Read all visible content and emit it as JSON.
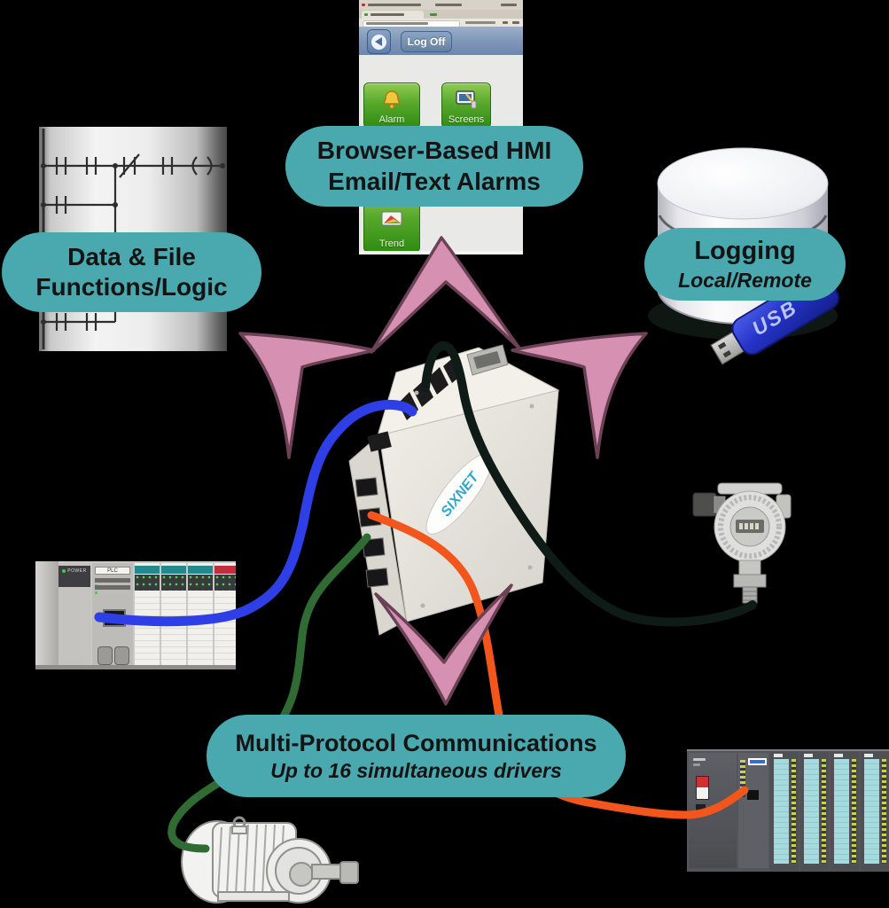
{
  "bubbles": {
    "hmi": {
      "line1": "Browser-Based HMI",
      "line2": "Email/Text Alarms"
    },
    "data_file": {
      "line1": "Data & File",
      "line2": "Functions/Logic"
    },
    "logging": {
      "line1": "Logging",
      "line2": "Local/Remote"
    },
    "comms": {
      "line1": "Multi-Protocol Communications",
      "line2": "Up to 16 simultaneous drivers"
    }
  },
  "browser": {
    "toolbar": {
      "log_off_label": "Log Off"
    },
    "nav_buttons": [
      {
        "label": "Alarm",
        "icon": "bell-icon"
      },
      {
        "label": "Screens",
        "icon": "screens-icon"
      },
      {
        "label": "Trend",
        "icon": "trend-chart-icon"
      }
    ]
  },
  "device": {
    "logo_text": "SIXNET"
  },
  "usb_drive": {
    "label": "USB",
    "body_color": "#2433C6"
  },
  "plc_rack": {
    "power_label": "POWER",
    "cpu_label": "PLC"
  },
  "colors": {
    "bubble_teal": "#4AA9AE",
    "arrow_fill": "#D690B2",
    "arrow_outline": "#6B4156",
    "wire_blue": "#2E3FE8",
    "wire_green": "#2F6B33",
    "wire_orange": "#F2561C",
    "wire_black": "#0E1B16"
  }
}
